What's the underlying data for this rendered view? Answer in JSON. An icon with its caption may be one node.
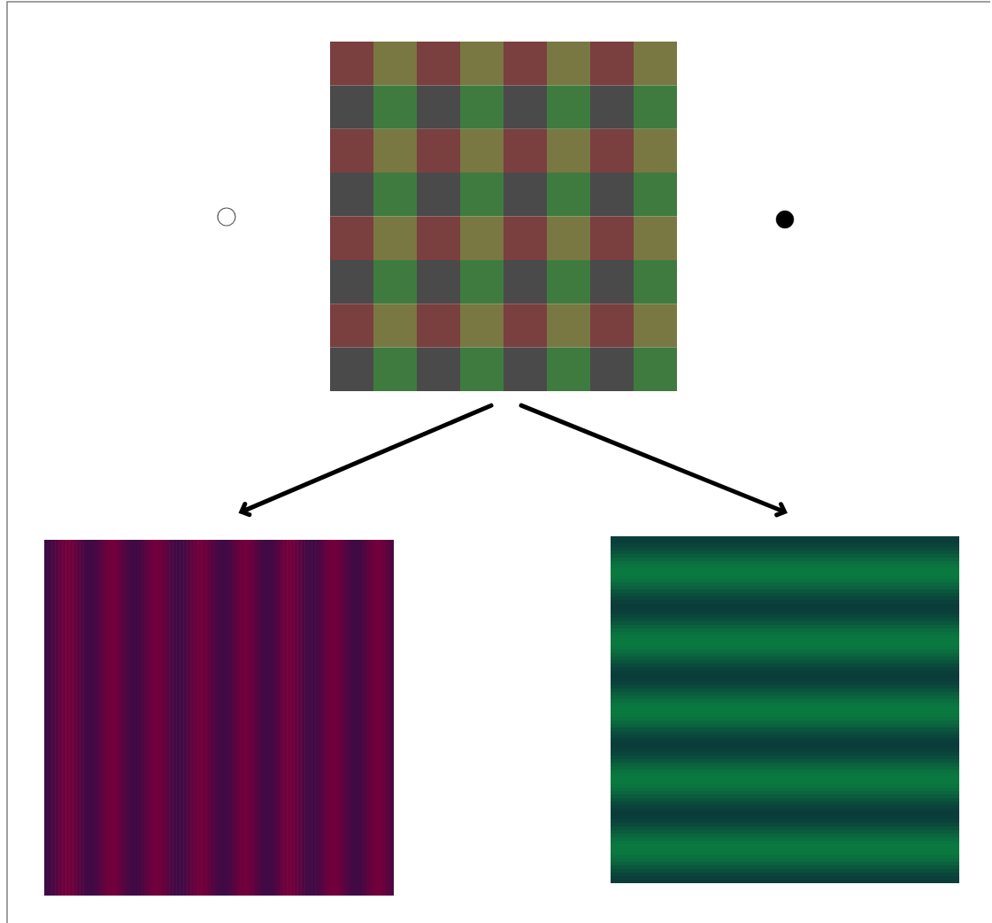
{
  "diagram": {
    "nodes": [
      {
        "text": [],
        "shape": "picture"
      },
      {
        "text": [],
        "shape": "picture"
      },
      {
        "text": [],
        "shape": "picture"
      },
      {
        "text": [],
        "shape": "circle"
      },
      {
        "text": [],
        "shape": "circle"
      }
    ],
    "edges": [
      {
        "from": 0,
        "to": 1,
        "arrow": "to"
      },
      {
        "from": 0,
        "to": 2,
        "arrow": "to"
      }
    ]
  }
}
